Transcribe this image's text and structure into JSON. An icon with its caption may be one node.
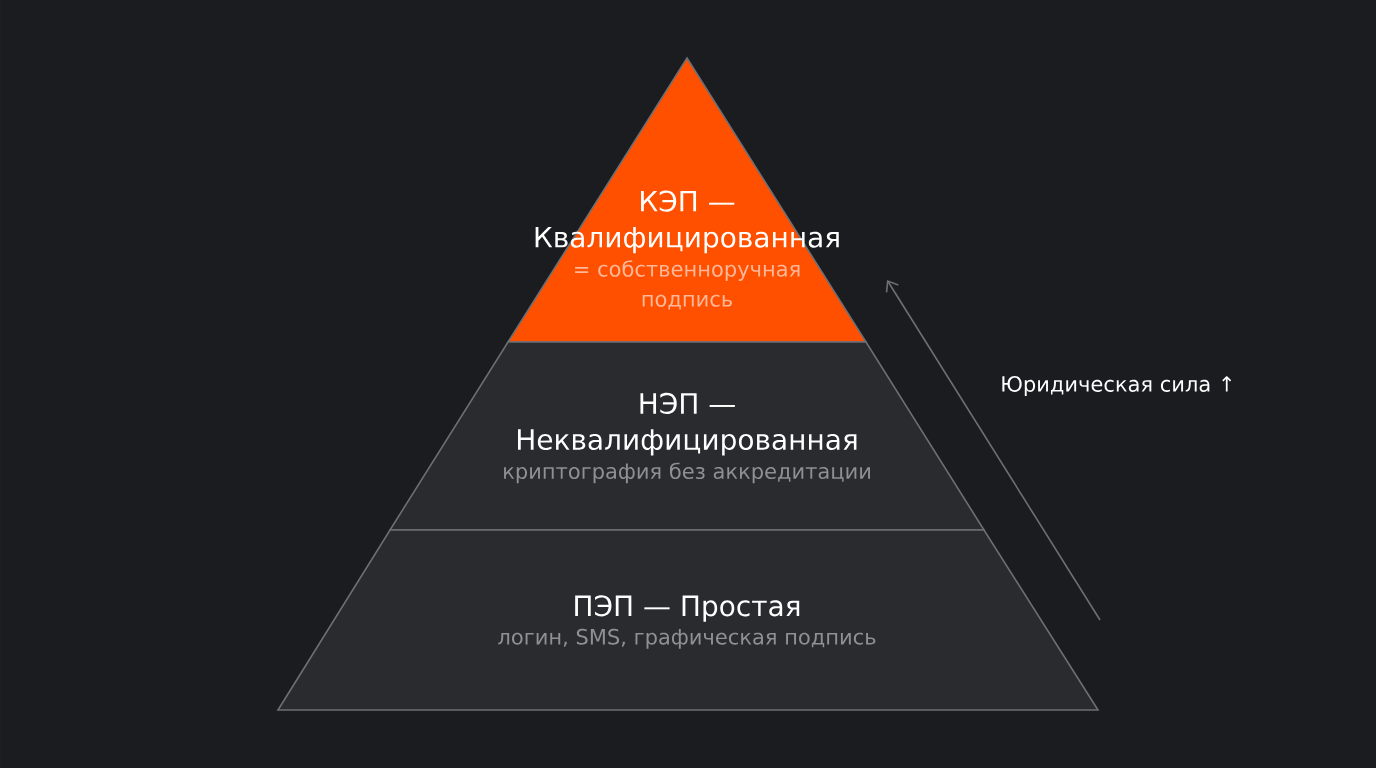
{
  "diagram": {
    "nodes": [
      {
        "text": [
          "КЭП — Квалифицированная",
          "= собственноручная подпись"
        ]
      },
      {
        "text": [
          "НЭП — Неквалифицированная",
          "криптография без аккредитации"
        ]
      },
      {
        "text": [
          "ПЭП — Простая",
          "логин, SMS, графическая подпись"
        ]
      }
    ],
    "labels": [
      "Юридическая сила ↑"
    ]
  }
}
